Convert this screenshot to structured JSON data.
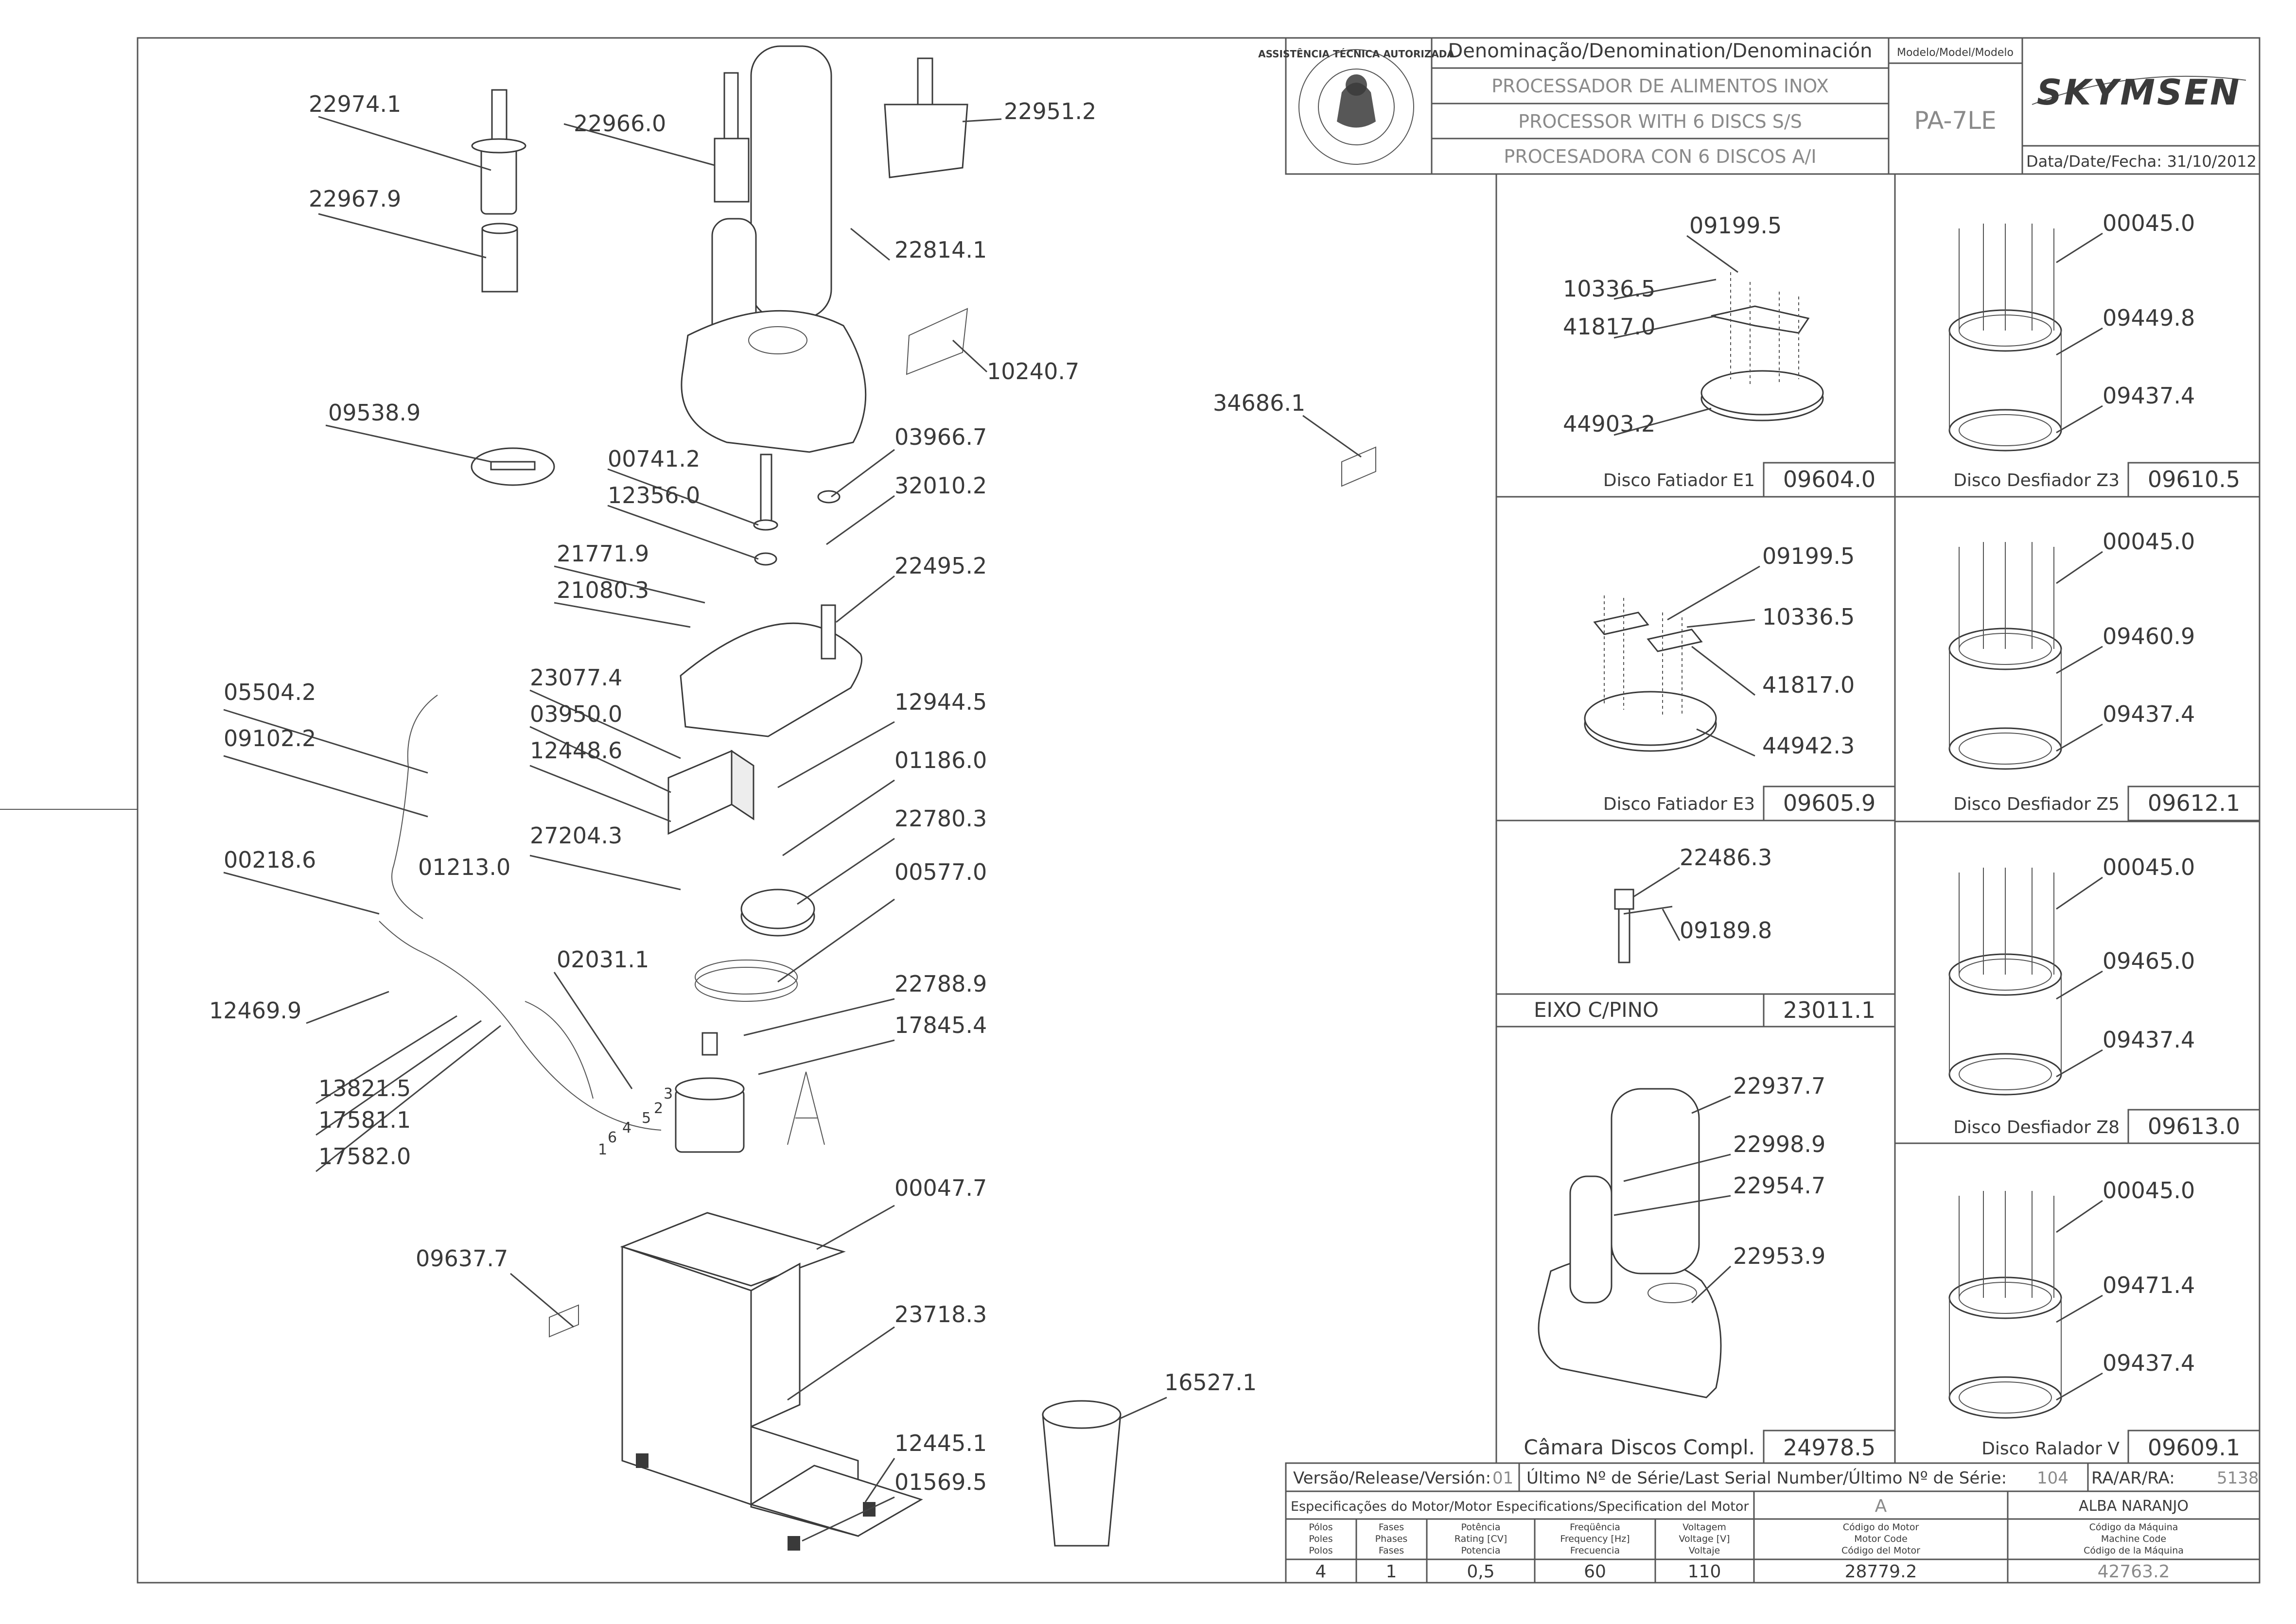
{
  "header": {
    "denomination_label": "Denominação/Denomination/Denominación",
    "name_pt": "PROCESSADOR DE ALIMENTOS INOX",
    "name_en": "PROCESSOR WITH 6 DISCS S/S",
    "name_es": "PROCESADORA CON 6 DISCOS A/I",
    "model_label": "Modelo/Model/Modelo",
    "model": "PA-7LE",
    "brand": "SKYMSEN",
    "date_label": "Data/Date/Fecha:",
    "date": "31/10/2012",
    "seal_text": "ASSISTÊNCIA TÉCNICA AUTORIZADA"
  },
  "main_callouts": [
    "22974.1",
    "22967.9",
    "22966.0",
    "22951.2",
    "22814.1",
    "10240.7",
    "09538.9",
    "00741.2",
    "12356.0",
    "03966.7",
    "32010.2",
    "21771.9",
    "21080.3",
    "22495.2",
    "05504.2",
    "09102.2",
    "23077.4",
    "03950.0",
    "12448.6",
    "12944.5",
    "01186.0",
    "22780.3",
    "27204.3",
    "00577.0",
    "00218.6",
    "01213.0",
    "02031.1",
    "22788.9",
    "17845.4",
    "12469.9",
    "13821.5",
    "17581.1",
    "17582.0",
    "00047.7",
    "09637.7",
    "23718.3",
    "16527.1",
    "12445.1",
    "01569.5",
    "34686.1"
  ],
  "motor_detail_letter": "A",
  "wire_numbers": [
    "1",
    "2",
    "3",
    "4",
    "5",
    "6"
  ],
  "detail_boxes": [
    {
      "title": "Disco Fatiador E1",
      "code": "09604.0",
      "callouts": [
        "09199.5",
        "10336.5",
        "41817.0",
        "44903.2"
      ]
    },
    {
      "title": "Disco Desfiador Z3",
      "code": "09610.5",
      "callouts": [
        "00045.0",
        "09449.8",
        "09437.4"
      ]
    },
    {
      "title": "Disco Fatiador E3",
      "code": "09605.9",
      "callouts": [
        "09199.5",
        "10336.5",
        "41817.0",
        "44942.3"
      ]
    },
    {
      "title": "Disco Desfiador Z5",
      "code": "09612.1",
      "callouts": [
        "00045.0",
        "09460.9",
        "09437.4"
      ]
    },
    {
      "title": "EIXO C/PINO",
      "code": "23011.1",
      "callouts": [
        "22486.3",
        "09189.8"
      ]
    },
    {
      "title": "Disco Desfiador Z8",
      "code": "09613.0",
      "callouts": [
        "00045.0",
        "09465.0",
        "09437.4"
      ]
    },
    {
      "title": "Câmara Discos Compl.",
      "code": "24978.5",
      "callouts": [
        "22937.7",
        "22998.9",
        "22954.7",
        "22953.9"
      ]
    },
    {
      "title": "Disco Ralador V",
      "code": "09609.1",
      "callouts": [
        "00045.0",
        "09471.4",
        "09437.4"
      ]
    }
  ],
  "footer": {
    "release_label": "Versão/Release/Versión:",
    "release": "01",
    "serial_label": "Último Nº de Série/Last Serial Number/Último Nº de Série:",
    "serial": "104",
    "ra_label": "RA/AR/RA:",
    "ra": "5138",
    "motor_spec_label": "Especificações do Motor/Motor Especifications/Specification del Motor",
    "motor_letter": "A",
    "author": "ALBA NARANJO",
    "columns": [
      {
        "l1": "Pólos",
        "l2": "Poles",
        "l3": "Polos",
        "value": "4"
      },
      {
        "l1": "Fases",
        "l2": "Phases",
        "l3": "Fases",
        "value": "1"
      },
      {
        "l1": "Potência",
        "l2": "Rating [CV]",
        "l3": "Potencia",
        "value": "0,5"
      },
      {
        "l1": "Freqüência",
        "l2": "Frequency [Hz]",
        "l3": "Frecuencia",
        "value": "60"
      },
      {
        "l1": "Voltagem",
        "l2": "Voltage [V]",
        "l3": "Voltaje",
        "value": "110"
      },
      {
        "l1": "Código do Motor",
        "l2": "Motor Code",
        "l3": "Código del Motor",
        "value": "28779.2"
      },
      {
        "l1": "Código da Máquina",
        "l2": "Machine Code",
        "l3": "Código de la Máquina",
        "value": "42763.2"
      }
    ]
  },
  "colors": {
    "ink": "#3a3a3a",
    "light_ink": "#8a8a8a",
    "paper": "#ffffff"
  }
}
